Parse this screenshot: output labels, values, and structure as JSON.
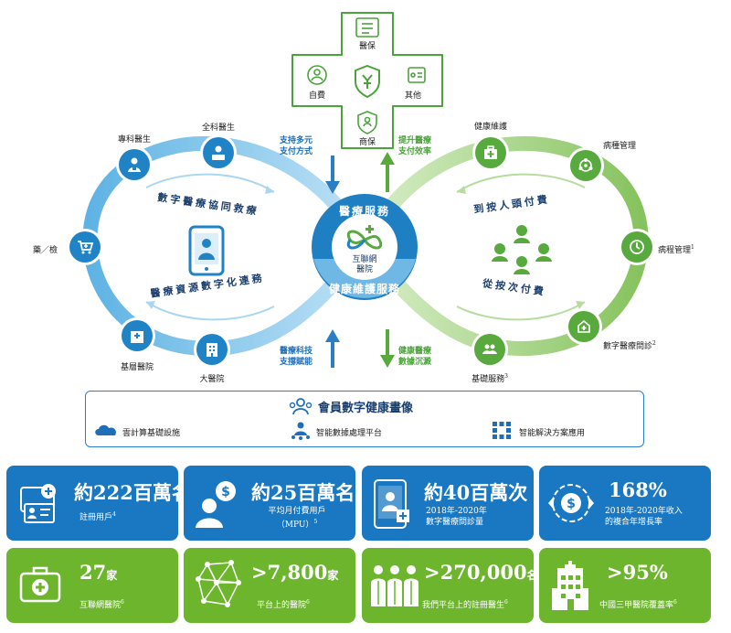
{
  "cross": {
    "top": "醫保",
    "left": "自費",
    "right": "其他",
    "bottom": "商保"
  },
  "flows": {
    "support_payment": [
      "支持多元",
      "支付方式"
    ],
    "improve_efficiency": [
      "提升醫療",
      "支付效率"
    ],
    "tech_support": [
      "醫療科技",
      "支撐賦能"
    ],
    "data_deposit": [
      "健康醫療",
      "數據沉澱"
    ]
  },
  "center": {
    "top": "醫療服務",
    "middle": [
      "互聯網",
      "醫院"
    ],
    "bottom": "健康維護服務"
  },
  "left_loop": {
    "arc_top": "數字醫療協同救療",
    "arc_bottom": "醫療資源數字化連務",
    "nodes": {
      "specialist": "專科醫生",
      "general": "全科醫生",
      "pharmacy": "藥／檢",
      "primary": "基層醫院",
      "large": "大醫院"
    }
  },
  "right_loop": {
    "arc_top": "到按人頭付費",
    "arc_bottom": "從按次付費",
    "nodes": {
      "health": "健康維護",
      "disease": "病種管理",
      "course": "病程管理",
      "course_sup": "1",
      "consult": "數字醫療問診",
      "consult_sup": "2",
      "basic": "基礎服務",
      "basic_sup": "3"
    }
  },
  "member": {
    "title": "會員數字健康畫像",
    "items": [
      "雲計算基礎設施",
      "智能數據處理平台",
      "智能解決方案應用"
    ]
  },
  "stats_blue": [
    {
      "value": "約222百萬名",
      "label": "註冊用戶",
      "sup": "4"
    },
    {
      "value": "約25百萬名",
      "label": "平均月付費用戶",
      "label2": "（MPU）",
      "sup": "5"
    },
    {
      "value": "約40百萬次",
      "label": "2018年-2020年",
      "label2": "數字醫療問診量"
    },
    {
      "value": "168%",
      "label": "2018年-2020年收入",
      "label2": "的複合年增長率"
    }
  ],
  "stats_green": [
    {
      "value": "27",
      "unit": "家",
      "label": "互聯網醫院",
      "sup": "6"
    },
    {
      "value": ">7,800",
      "unit": "家",
      "label": "平台上的醫院",
      "sup": "6"
    },
    {
      "value": ">270,000",
      "unit": "名",
      "label": "我們平台上的註冊醫生",
      "sup": "6"
    },
    {
      "value": ">95%",
      "unit": "",
      "label": "中國三甲醫院覆蓋率",
      "sup": "6"
    }
  ],
  "colors": {
    "blue": "#1a78c2",
    "green": "#6cb52d",
    "loop_blue": "#7cc3ea",
    "loop_green": "#9fd07e"
  }
}
